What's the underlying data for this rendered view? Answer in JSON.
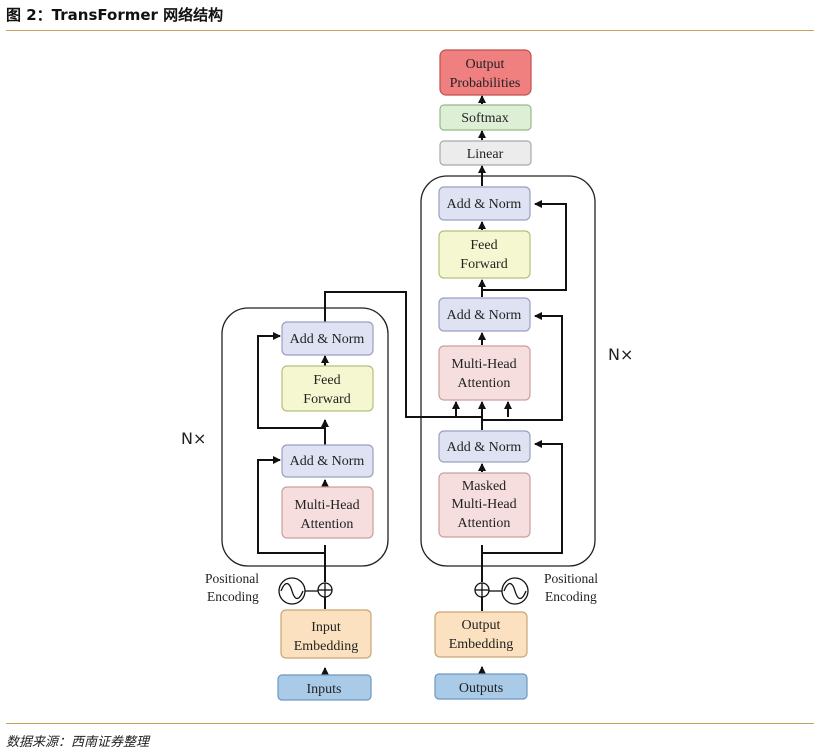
{
  "header": {
    "title": "图 2：TransFormer 网络结构"
  },
  "footer": {
    "source": "数据来源：西南证券整理"
  },
  "encoder": {
    "add_norm_top": "Add & Norm",
    "feed_forward": [
      "Feed",
      "Forward"
    ],
    "add_norm_bottom": "Add & Norm",
    "attention": [
      "Multi-Head",
      "Attention"
    ],
    "nx": "N×",
    "positional_encoding": [
      "Positional",
      "Encoding"
    ],
    "embedding": [
      "Input",
      "Embedding"
    ],
    "inputs": "Inputs"
  },
  "decoder": {
    "output_probabilities": [
      "Output",
      "Probabilities"
    ],
    "softmax": "Softmax",
    "linear": "Linear",
    "add_norm_top": "Add & Norm",
    "feed_forward": [
      "Feed",
      "Forward"
    ],
    "add_norm_mid": "Add & Norm",
    "attention": [
      "Multi-Head",
      "Attention"
    ],
    "add_norm_bottom": "Add & Norm",
    "masked_attention": [
      "Masked",
      "Multi-Head",
      "Attention"
    ],
    "nx": "N×",
    "positional_encoding": [
      "Positional",
      "Encoding"
    ],
    "embedding": [
      "Output",
      "Embedding"
    ],
    "outputs": "Outputs"
  },
  "colors": {
    "add_norm": "#dfe2f2",
    "feed_forward": "#f4f7cf",
    "attention": "#f6dede",
    "embedding": "#fbe1bf",
    "io": "#a9cbe8",
    "softmax": "#ddefd5",
    "linear": "#ececec",
    "output_probabilities": "#f07f7f"
  }
}
